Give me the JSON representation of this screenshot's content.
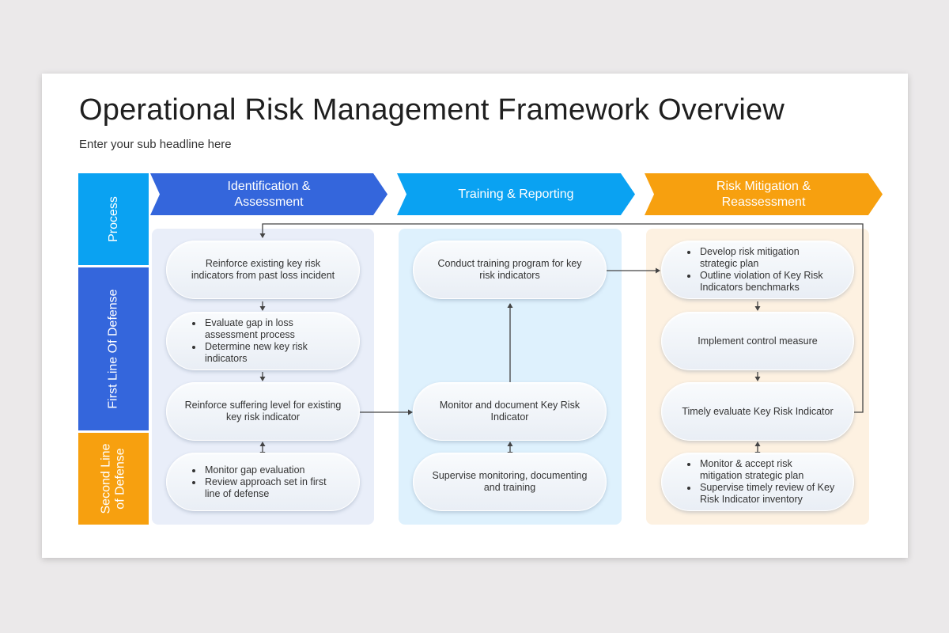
{
  "title": "Operational Risk Management Framework Overview",
  "subtitle": "Enter your sub headline here",
  "row_labels": {
    "process": "Process",
    "first_line": "First Line Of Defense",
    "second_line_1": "Second Line",
    "second_line_2": "of Defense"
  },
  "stages": [
    {
      "line1": "Identification &",
      "line2": "Assessment"
    },
    {
      "line1": "Training & Reporting",
      "line2": ""
    },
    {
      "line1": "Risk Mitigation &",
      "line2": "Reassessment"
    }
  ],
  "boxes": {
    "a1": "Reinforce existing key risk indicators from past loss incident",
    "a2": [
      "Evaluate gap in loss assessment process",
      "Determine new key risk indicators"
    ],
    "a3": "Reinforce suffering level for existing key risk indicator",
    "a4": [
      "Monitor gap evaluation",
      "Review approach set in first line of defense"
    ],
    "b1": "Conduct training program for key risk indicators",
    "b3": "Monitor and document Key Risk Indicator",
    "b4": "Supervise monitoring, documenting and training",
    "c1": [
      "Develop risk mitigation strategic plan",
      "Outline violation of Key Risk Indicators benchmarks"
    ],
    "c2": "Implement control measure",
    "c3": "Timely evaluate Key Risk Indicator",
    "c4": [
      "Monitor & accept risk mitigation strategic plan",
      "Supervise timely review of Key Risk Indicator inventory"
    ]
  },
  "colors": {
    "process": "#0aa2f2",
    "first_line": "#3466dc",
    "second_line": "#f7a00f",
    "stage1": "#3466dc",
    "stage2": "#0aa2f2",
    "stage3": "#f7a00f",
    "col1_bg": "#e9eef9",
    "col2_bg": "#def1fd",
    "col3_bg": "#fdf1e1"
  }
}
